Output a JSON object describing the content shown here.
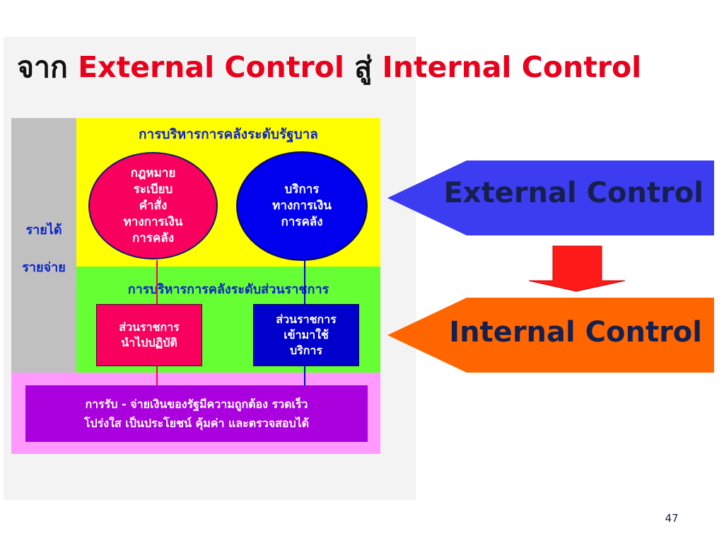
{
  "title": {
    "prefix": "จาก",
    "external": "External Control",
    "middle": "สู่",
    "internal": "Internal Control"
  },
  "diagram": {
    "government_level_label": "การบริหารการคลังระดับรัฐบาล",
    "agency_level_label": "การบริหารการคลังระดับส่วนราชการ",
    "side_labels": {
      "revenue": "รายได้",
      "expense": "รายจ่าย"
    },
    "law_circle_lines": [
      "กฎหมาย",
      "ระเบียบ",
      "คำสั่ง",
      "ทางการเงิน",
      "การคลัง"
    ],
    "service_circle_lines": [
      "บริการ",
      "ทางการเงิน",
      "การคลัง"
    ],
    "implement_box_lines": [
      "ส่วนราชการ",
      "นำไปปฏิบัติ"
    ],
    "use_box_lines": [
      "ส่วนราชการ",
      "เข้ามาใช้",
      "บริการ"
    ],
    "result_lines": [
      "การรับ - จ่ายเงินของรัฐมีความถูกต้อง รวดเร็ว",
      "โปร่งใส เป็นประโยชน์ คุ้มค่า และตรวจสอบได้"
    ]
  },
  "arrows": {
    "external_label": "External Control",
    "internal_label": "Internal Control"
  },
  "colors": {
    "title_red": "#e8001c",
    "gray_column": "#c0c0c0",
    "government_zone": "#ffff00",
    "agency_zone": "#66ff33",
    "result_zone": "#ff99ff",
    "law_red": "#f8005e",
    "service_blue": "#0000ee",
    "result_purple": "#aa00dd",
    "external_arrow": "#3c3cf0",
    "internal_arrow": "#ff6600",
    "down_arrow": "#ff1a1a"
  },
  "page_number": "47"
}
